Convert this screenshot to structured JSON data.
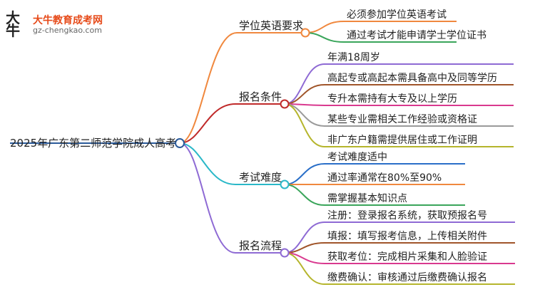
{
  "logo": {
    "mark": "大牛",
    "name": "大牛教育成考网",
    "url": "gz-chengkao.com"
  },
  "root": "2025年广东第二师范学院成人高考",
  "branches": [
    {
      "label": "学位英语要求",
      "color": "#f0883e",
      "leaves": [
        {
          "text": "必须参加学位英语考试",
          "color": "#f0883e"
        },
        {
          "text": "通过考试才能申请学士学位证书",
          "color": "#3aa55a"
        }
      ]
    },
    {
      "label": "报名条件",
      "color": "#c02a2a",
      "leaves": [
        {
          "text": "年满18周岁",
          "color": "#8e6ad4"
        },
        {
          "text": "高起专或高起本需具备高中及同等学历",
          "color": "#a0552a"
        },
        {
          "text": "专升本需持有大专及以上学历",
          "color": "#d9398f"
        },
        {
          "text": "某些专业需相关工作经验或资格证",
          "color": "#9a9a9a"
        },
        {
          "text": "非广东户籍需提供居住或工作证明",
          "color": "#b5b52c"
        }
      ]
    },
    {
      "label": "考试难度",
      "color": "#2ab8c8",
      "leaves": [
        {
          "text": "考试难度适中",
          "color": "#2a6fc8"
        },
        {
          "text": "通过率通常在80%至90%",
          "color": "#f0883e"
        },
        {
          "text": "需掌握基本知识点",
          "color": "#3aa55a"
        }
      ]
    },
    {
      "label": "报名流程",
      "color": "#8e6ad4",
      "leaves": [
        {
          "text": "注册：登录报名系统，获取预报名号",
          "color": "#8e6ad4"
        },
        {
          "text": "填报：填写报考信息，上传相关附件",
          "color": "#a0552a"
        },
        {
          "text": "获取考位：完成相片采集和人脸验证",
          "color": "#d9398f"
        },
        {
          "text": "缴费确认：审核通过后缴费确认报名",
          "color": "#b5b52c"
        }
      ]
    }
  ],
  "colors": {
    "root_line": "#2a5a9a",
    "node_fill": "#ffffff"
  }
}
